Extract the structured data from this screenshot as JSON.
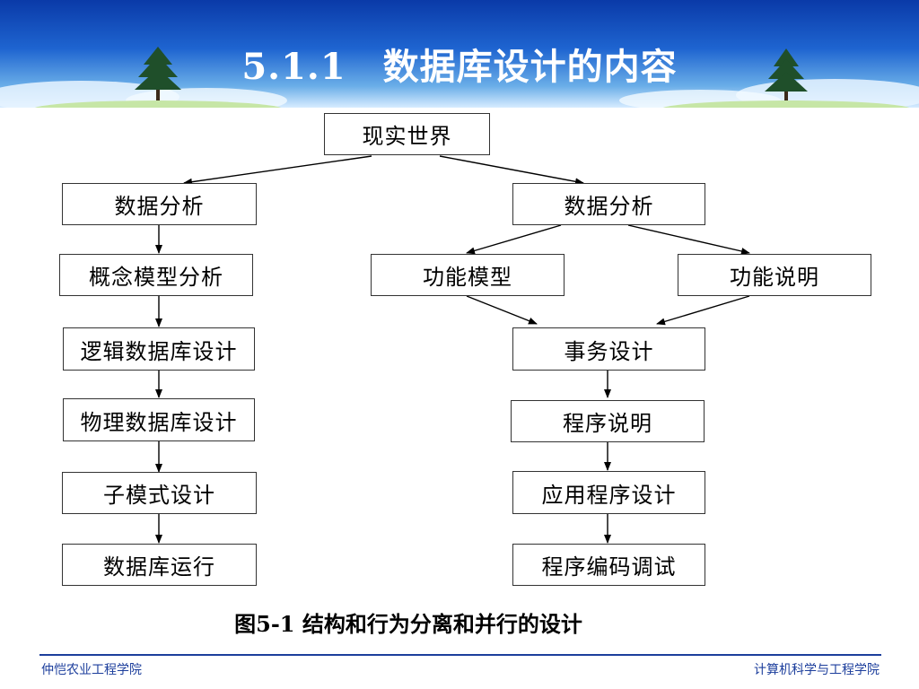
{
  "slide": {
    "title": "5.1.1　数据库设计的内容"
  },
  "diagram": {
    "root": "现实世界",
    "left_chain": [
      "数据分析",
      "概念模型分析",
      "逻辑数据库设计",
      "物理数据库设计",
      "子模式设计",
      "数据库运行"
    ],
    "right_top": "数据分析",
    "right_branches": [
      "功能模型",
      "功能说明"
    ],
    "right_chain": [
      "事务设计",
      "程序说明",
      "应用程序设计",
      "程序编码调试"
    ]
  },
  "caption": "图5-1  结构和行为分离和并行的设计",
  "footer": {
    "left": "仲恺农业工程学院",
    "right": "计算机科学与工程学院"
  },
  "colors": {
    "banner_top": "#0a3aa8",
    "footer_accent": "#1c3e9c"
  }
}
